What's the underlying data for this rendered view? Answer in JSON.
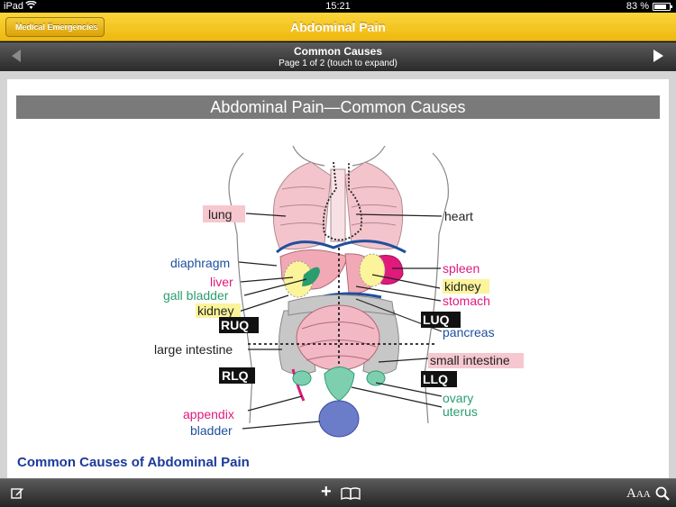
{
  "status_bar": {
    "carrier": "iPad",
    "time": "15:21",
    "battery": "83 %"
  },
  "nav": {
    "back_label": "Medical Emergencies",
    "title": "Abdominal Pain"
  },
  "subnav": {
    "title": "Common Causes",
    "page_info": "Page 1 of 2 (touch to expand)"
  },
  "content": {
    "section_header": "Abdominal Pain—Common Causes",
    "section_heading": "Common Causes of Abdominal Pain",
    "diagram": {
      "labels": {
        "lung": "lung",
        "heart": "heart",
        "diaphragm": "diaphragm",
        "spleen": "spleen",
        "liver": "liver",
        "kidney_left": "kidney",
        "gall_bladder": "gall bladder",
        "stomach": "stomach",
        "kidney_right": "kidney",
        "ruq": "RUQ",
        "luq": "LUQ",
        "pancreas": "pancreas",
        "large_intestine": "large intestine",
        "small_intestine": "small intestine",
        "rlq": "RLQ",
        "llq": "LLQ",
        "ovary": "ovary",
        "uterus": "uterus",
        "appendix": "appendix",
        "bladder": "bladder"
      },
      "colors": {
        "blue_label": "#1f4f9e",
        "green_label": "#2a9d6f",
        "magenta_label": "#e0197b",
        "pink_highlight": "#f6c7cf",
        "yellow_highlight": "#fbf49a"
      }
    }
  },
  "toolbar": {
    "text_size_big": "A",
    "text_size_small": "AA"
  }
}
